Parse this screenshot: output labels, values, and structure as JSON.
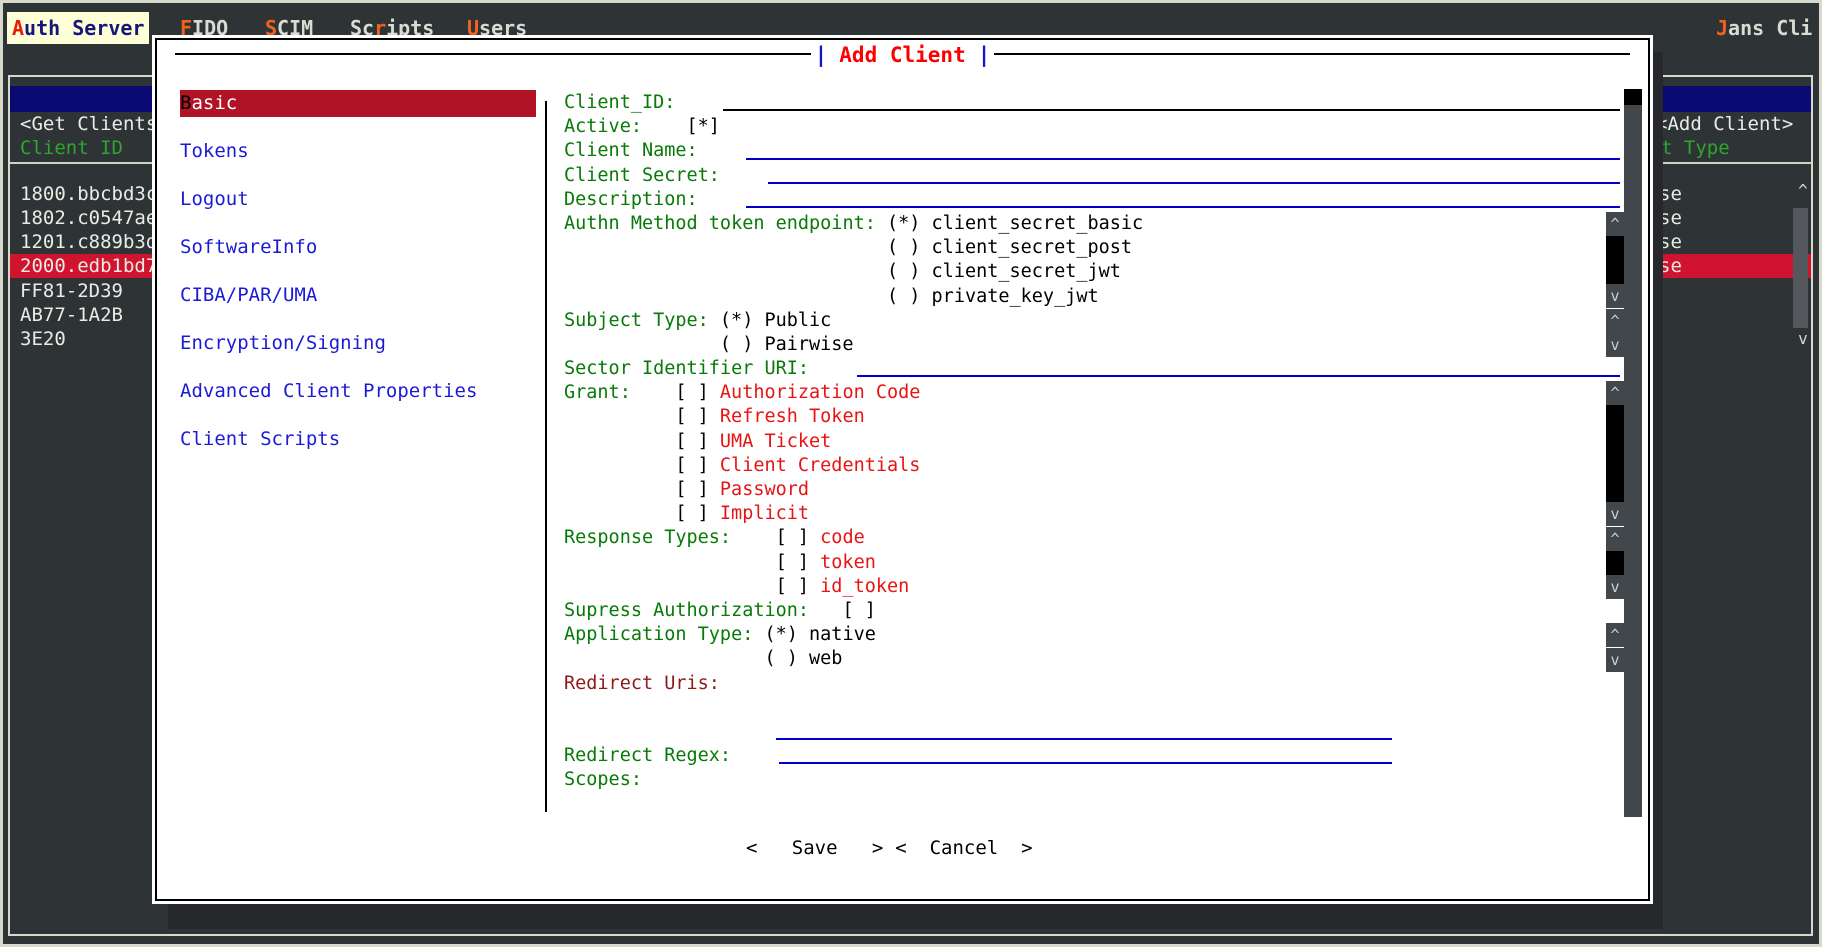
{
  "menu": {
    "items": [
      {
        "pre": "",
        "hot": "A",
        "post": "uth Server",
        "selected": true
      },
      {
        "pre": "",
        "hot": "F",
        "post": "IDO"
      },
      {
        "pre": "",
        "hot": "S",
        "post": "CIM"
      },
      {
        "pre": "Sc",
        "hot": "r",
        "post": "ipts"
      },
      {
        "pre": "",
        "hot": "U",
        "post": "sers"
      }
    ],
    "right": {
      "pre": "",
      "hot": "J",
      "post": "ans Cli"
    }
  },
  "glyphs": {
    "scroll_up": "^",
    "scroll_down": "v"
  },
  "clients_panel": {
    "left_button": "<Get Clients",
    "right_button": "<Add Client>",
    "left_header": "Client ID",
    "right_header": "t Type",
    "rows": [
      {
        "id": "1800.bbcbd3c",
        "right": "se",
        "selected": false
      },
      {
        "id": "1802.c0547ae",
        "right": "se",
        "selected": false
      },
      {
        "id": "1201.c889b3d",
        "right": "se",
        "selected": false
      },
      {
        "id": "2000.edb1bd7",
        "right": "se",
        "selected": true
      },
      {
        "id": "FF81-2D39",
        "right": "",
        "selected": false
      },
      {
        "id": "AB77-1A2B",
        "right": "",
        "selected": false
      },
      {
        "id": "3E20",
        "right": "",
        "selected": false
      }
    ]
  },
  "dialog": {
    "title": "Add Client",
    "title_pipe": "|",
    "nav": [
      {
        "hot": "B",
        "rest": "asic",
        "selected": true
      },
      {
        "label": "Tokens"
      },
      {
        "label": "Logout"
      },
      {
        "label": "SoftwareInfo"
      },
      {
        "label": "CIBA/PAR/UMA"
      },
      {
        "label": "Encryption/Signing"
      },
      {
        "label": "Advanced Client Properties"
      },
      {
        "label": "Client Scripts"
      }
    ],
    "form": {
      "client_id": {
        "label": "Client_ID:",
        "value": ""
      },
      "active": {
        "label": "Active:",
        "mark": "[*]"
      },
      "client_name": {
        "label": "Client Name:",
        "value": ""
      },
      "client_secret": {
        "label": "Client Secret:",
        "value": ""
      },
      "description": {
        "label": "Description:",
        "value": ""
      },
      "authn_method": {
        "label": "Authn Method token endpoint:",
        "options": [
          {
            "mark": "(*)",
            "label": "client_secret_basic"
          },
          {
            "mark": "( )",
            "label": "client_secret_post"
          },
          {
            "mark": "( )",
            "label": "client_secret_jwt"
          },
          {
            "mark": "( )",
            "label": "private_key_jwt"
          }
        ]
      },
      "subject_type": {
        "label": "Subject Type:",
        "options": [
          {
            "mark": "(*)",
            "label": "Public"
          },
          {
            "mark": "( )",
            "label": "Pairwise"
          }
        ]
      },
      "sector_identifier_uri": {
        "label": "Sector Identifier URI:",
        "value": ""
      },
      "grant": {
        "label": "Grant:",
        "options": [
          {
            "mark": "[ ]",
            "label": "Authorization Code"
          },
          {
            "mark": "[ ]",
            "label": "Refresh Token"
          },
          {
            "mark": "[ ]",
            "label": "UMA Ticket"
          },
          {
            "mark": "[ ]",
            "label": "Client Credentials"
          },
          {
            "mark": "[ ]",
            "label": "Password"
          },
          {
            "mark": "[ ]",
            "label": "Implicit"
          }
        ]
      },
      "response_types": {
        "label": "Response Types:",
        "options": [
          {
            "mark": "[ ]",
            "label": "code"
          },
          {
            "mark": "[ ]",
            "label": "token"
          },
          {
            "mark": "[ ]",
            "label": "id_token"
          }
        ]
      },
      "supress_authorization": {
        "label": "Supress Authorization:",
        "mark": "[ ]"
      },
      "application_type": {
        "label": "Application Type:",
        "options": [
          {
            "mark": "(*)",
            "label": "native"
          },
          {
            "mark": "( )",
            "label": "web"
          }
        ]
      },
      "redirect_uris": {
        "label": "Redirect Uris:",
        "value": ""
      },
      "redirect_regex": {
        "label": "Redirect Regex:",
        "value": ""
      },
      "scopes": {
        "label": "Scopes:",
        "value": ""
      }
    },
    "buttons": {
      "save": "<   Save   >",
      "cancel": "<  Cancel  >"
    }
  },
  "colors": {
    "screen_bg": "#2e3436",
    "frame_gray": "#d6d9cb",
    "menu_selected_bg": "#ffffd7",
    "menu_selected_fg": "#15157e",
    "hotkey_orange": "#f4611d",
    "navy_bar": "#0a0a72",
    "panel_green": "#2ea52e",
    "list_selected_bg": "#d01430",
    "nav_selected_bg": "#b01226",
    "label_green": "#077a07",
    "link_blue": "#1b1bd6",
    "underline_blue": "#0000c8",
    "option_red": "#e81313",
    "maroon_label": "#8f1a1a",
    "title_red": "#fd0000"
  }
}
